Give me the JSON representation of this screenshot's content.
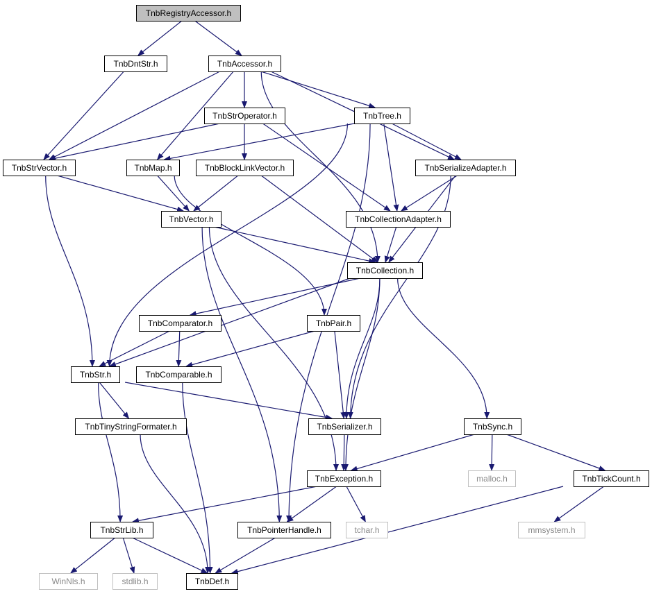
{
  "diagram": {
    "type": "include-dependency-graph",
    "root": "TnbRegistryAccessor.h",
    "colors": {
      "edge": "#191970",
      "root_fill": "#bfbfbf",
      "node_border": "#000000",
      "external_border": "#bfbfbf",
      "external_text": "#8a8a8a"
    },
    "nodes": [
      {
        "id": "TnbRegistryAccessor",
        "label": "TnbRegistryAccessor.h",
        "kind": "root"
      },
      {
        "id": "TnbDntStr",
        "label": "TnbDntStr.h",
        "kind": "normal"
      },
      {
        "id": "TnbAccessor",
        "label": "TnbAccessor.h",
        "kind": "normal"
      },
      {
        "id": "TnbStrOperator",
        "label": "TnbStrOperator.h",
        "kind": "normal"
      },
      {
        "id": "TnbTree",
        "label": "TnbTree.h",
        "kind": "normal"
      },
      {
        "id": "TnbStrVector",
        "label": "TnbStrVector.h",
        "kind": "normal"
      },
      {
        "id": "TnbMap",
        "label": "TnbMap.h",
        "kind": "normal"
      },
      {
        "id": "TnbBlockLinkVector",
        "label": "TnbBlockLinkVector.h",
        "kind": "normal"
      },
      {
        "id": "TnbSerializeAdapter",
        "label": "TnbSerializeAdapter.h",
        "kind": "normal"
      },
      {
        "id": "TnbVector",
        "label": "TnbVector.h",
        "kind": "normal"
      },
      {
        "id": "TnbCollectionAdapter",
        "label": "TnbCollectionAdapter.h",
        "kind": "normal"
      },
      {
        "id": "TnbCollection",
        "label": "TnbCollection.h",
        "kind": "normal"
      },
      {
        "id": "TnbComparator",
        "label": "TnbComparator.h",
        "kind": "normal"
      },
      {
        "id": "TnbPair",
        "label": "TnbPair.h",
        "kind": "normal"
      },
      {
        "id": "TnbStr",
        "label": "TnbStr.h",
        "kind": "normal"
      },
      {
        "id": "TnbComparable",
        "label": "TnbComparable.h",
        "kind": "normal"
      },
      {
        "id": "TnbTinyStringFormater",
        "label": "TnbTinyStringFormater.h",
        "kind": "normal"
      },
      {
        "id": "TnbSerializer",
        "label": "TnbSerializer.h",
        "kind": "normal"
      },
      {
        "id": "TnbSync",
        "label": "TnbSync.h",
        "kind": "normal"
      },
      {
        "id": "TnbException",
        "label": "TnbException.h",
        "kind": "normal"
      },
      {
        "id": "malloc",
        "label": "malloc.h",
        "kind": "external"
      },
      {
        "id": "TnbTickCount",
        "label": "TnbTickCount.h",
        "kind": "normal"
      },
      {
        "id": "TnbStrLib",
        "label": "TnbStrLib.h",
        "kind": "normal"
      },
      {
        "id": "TnbPointerHandle",
        "label": "TnbPointerHandle.h",
        "kind": "normal"
      },
      {
        "id": "tchar",
        "label": "tchar.h",
        "kind": "external"
      },
      {
        "id": "mmsystem",
        "label": "mmsystem.h",
        "kind": "external"
      },
      {
        "id": "WinNls",
        "label": "WinNls.h",
        "kind": "external"
      },
      {
        "id": "stdlib",
        "label": "stdlib.h",
        "kind": "external"
      },
      {
        "id": "TnbDef",
        "label": "TnbDef.h",
        "kind": "normal"
      }
    ],
    "edges": [
      [
        "TnbRegistryAccessor",
        "TnbDntStr"
      ],
      [
        "TnbRegistryAccessor",
        "TnbAccessor"
      ],
      [
        "TnbDntStr",
        "TnbStrVector"
      ],
      [
        "TnbAccessor",
        "TnbStrVector"
      ],
      [
        "TnbAccessor",
        "TnbMap"
      ],
      [
        "TnbAccessor",
        "TnbStrOperator"
      ],
      [
        "TnbAccessor",
        "TnbTree"
      ],
      [
        "TnbAccessor",
        "TnbSerializeAdapter"
      ],
      [
        "TnbAccessor",
        "TnbCollection"
      ],
      [
        "TnbStrOperator",
        "TnbStrVector"
      ],
      [
        "TnbStrOperator",
        "TnbBlockLinkVector"
      ],
      [
        "TnbStrOperator",
        "TnbCollectionAdapter"
      ],
      [
        "TnbTree",
        "TnbMap"
      ],
      [
        "TnbTree",
        "TnbStr"
      ],
      [
        "TnbTree",
        "TnbSerializeAdapter"
      ],
      [
        "TnbTree",
        "TnbCollectionAdapter"
      ],
      [
        "TnbTree",
        "TnbPointerHandle"
      ],
      [
        "TnbStrVector",
        "TnbVector"
      ],
      [
        "TnbStrVector",
        "TnbStr"
      ],
      [
        "TnbMap",
        "TnbVector"
      ],
      [
        "TnbMap",
        "TnbPair"
      ],
      [
        "TnbBlockLinkVector",
        "TnbVector"
      ],
      [
        "TnbBlockLinkVector",
        "TnbCollection"
      ],
      [
        "TnbSerializeAdapter",
        "TnbCollectionAdapter"
      ],
      [
        "TnbSerializeAdapter",
        "TnbCollection"
      ],
      [
        "TnbSerializeAdapter",
        "TnbSerializer"
      ],
      [
        "TnbVector",
        "TnbCollection"
      ],
      [
        "TnbVector",
        "TnbException"
      ],
      [
        "TnbVector",
        "TnbPointerHandle"
      ],
      [
        "TnbCollectionAdapter",
        "TnbCollection"
      ],
      [
        "TnbCollection",
        "TnbComparator"
      ],
      [
        "TnbCollection",
        "TnbStr"
      ],
      [
        "TnbCollection",
        "TnbSerializer"
      ],
      [
        "TnbCollection",
        "TnbSync"
      ],
      [
        "TnbCollection",
        "TnbException"
      ],
      [
        "TnbComparator",
        "TnbStr"
      ],
      [
        "TnbComparator",
        "TnbComparable"
      ],
      [
        "TnbPair",
        "TnbComparable"
      ],
      [
        "TnbPair",
        "TnbSerializer"
      ],
      [
        "TnbStr",
        "TnbTinyStringFormater"
      ],
      [
        "TnbStr",
        "TnbSerializer"
      ],
      [
        "TnbStr",
        "TnbStrLib"
      ],
      [
        "TnbComparable",
        "TnbDef"
      ],
      [
        "TnbTinyStringFormater",
        "TnbDef"
      ],
      [
        "TnbSerializer",
        "TnbException"
      ],
      [
        "TnbSync",
        "TnbException"
      ],
      [
        "TnbSync",
        "malloc"
      ],
      [
        "TnbSync",
        "TnbTickCount"
      ],
      [
        "TnbException",
        "TnbStrLib"
      ],
      [
        "TnbException",
        "TnbPointerHandle"
      ],
      [
        "TnbException",
        "tchar"
      ],
      [
        "TnbTickCount",
        "mmsystem"
      ],
      [
        "TnbTickCount",
        "TnbDef"
      ],
      [
        "TnbStrLib",
        "WinNls"
      ],
      [
        "TnbStrLib",
        "stdlib"
      ],
      [
        "TnbStrLib",
        "TnbDef"
      ],
      [
        "TnbPointerHandle",
        "TnbDef"
      ]
    ]
  }
}
